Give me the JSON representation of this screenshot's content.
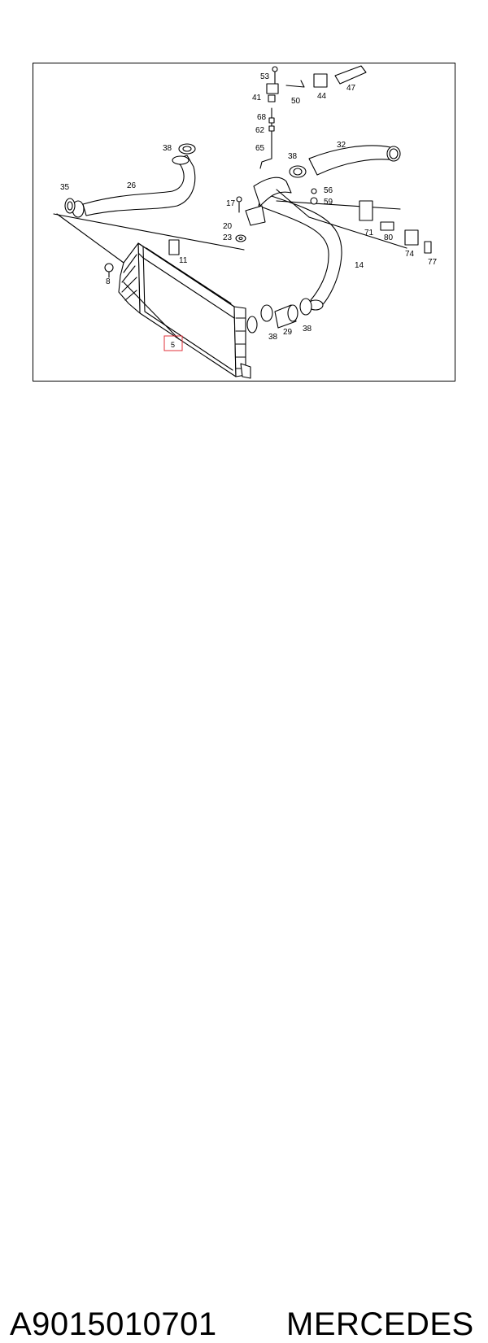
{
  "diagram": {
    "labels": {
      "l53": "53",
      "l41": "41",
      "l50": "50",
      "l44": "44",
      "l47": "47",
      "l68": "68",
      "l62": "62",
      "l65": "65",
      "l38a": "38",
      "l38b": "38",
      "l32": "32",
      "l35": "35",
      "l26": "26",
      "l17": "17",
      "l56": "56",
      "l59": "59",
      "l20": "20",
      "l23": "23",
      "l71": "71",
      "l80": "80",
      "l74": "74",
      "l77": "77",
      "l11": "11",
      "l8": "8",
      "l14": "14",
      "l38c": "38",
      "l29": "29",
      "l38d": "38",
      "l5": "5"
    },
    "highlight_color": "#e0303a"
  },
  "caption": {
    "part_number": "A9015010701",
    "brand": "MERCEDES"
  }
}
